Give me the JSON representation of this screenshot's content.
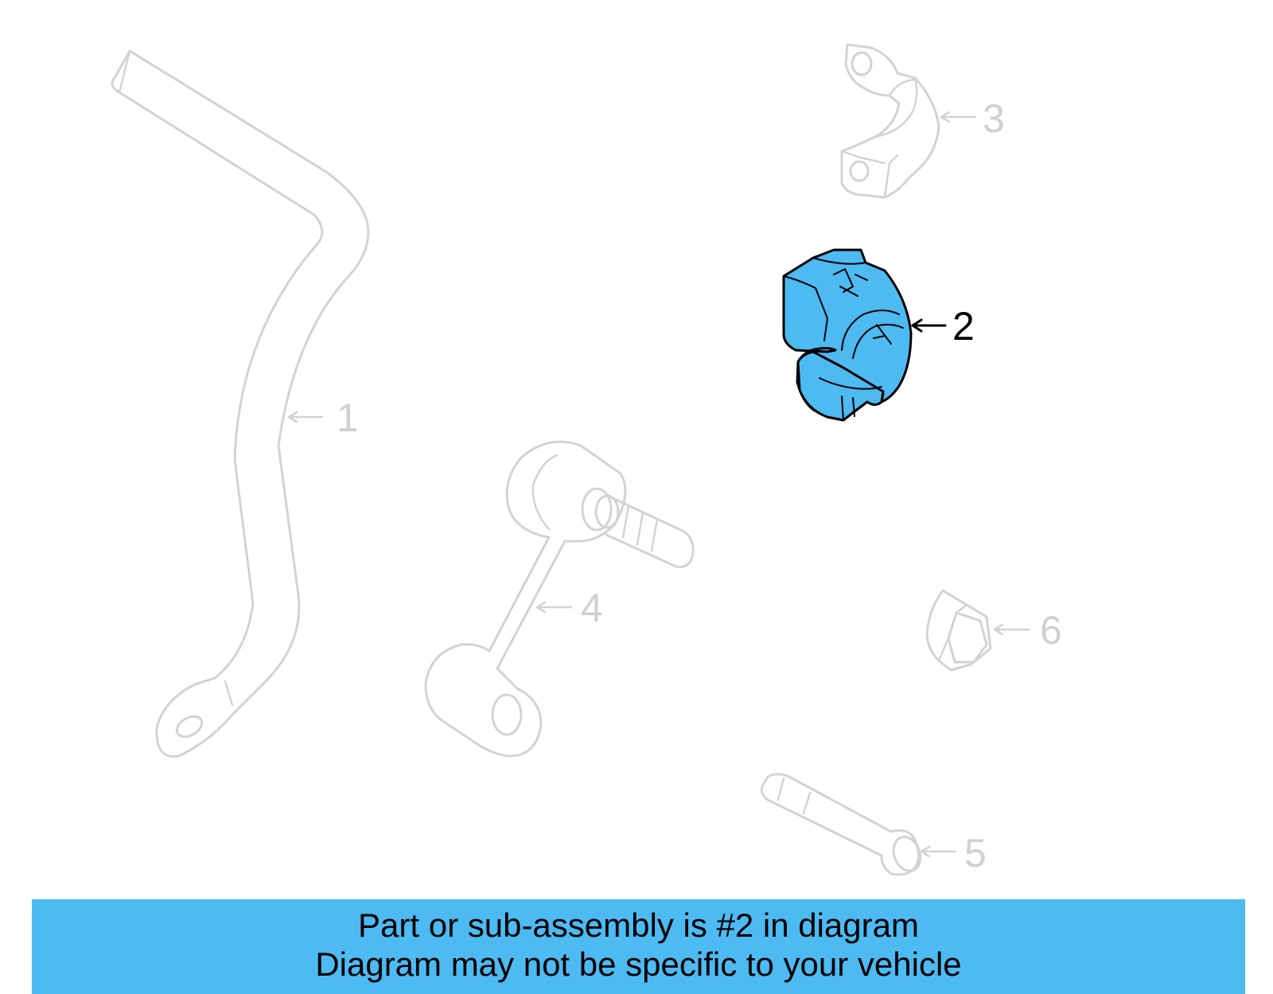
{
  "callouts": [
    {
      "number": "1",
      "part": "stabilizer-bar",
      "highlighted": false
    },
    {
      "number": "2",
      "part": "bushing",
      "highlighted": true
    },
    {
      "number": "3",
      "part": "bracket",
      "highlighted": false
    },
    {
      "number": "4",
      "part": "stabilizer-link",
      "highlighted": false
    },
    {
      "number": "5",
      "part": "bolt",
      "highlighted": false
    },
    {
      "number": "6",
      "part": "nut",
      "highlighted": false
    }
  ],
  "banner": {
    "line1": "Part or sub-assembly is #2 in diagram",
    "line2": "Diagram may not be specific to your vehicle"
  },
  "colors": {
    "highlight": "#4dbaf2",
    "faded": "#d3d3d3",
    "banner": "#4dbaf2"
  }
}
